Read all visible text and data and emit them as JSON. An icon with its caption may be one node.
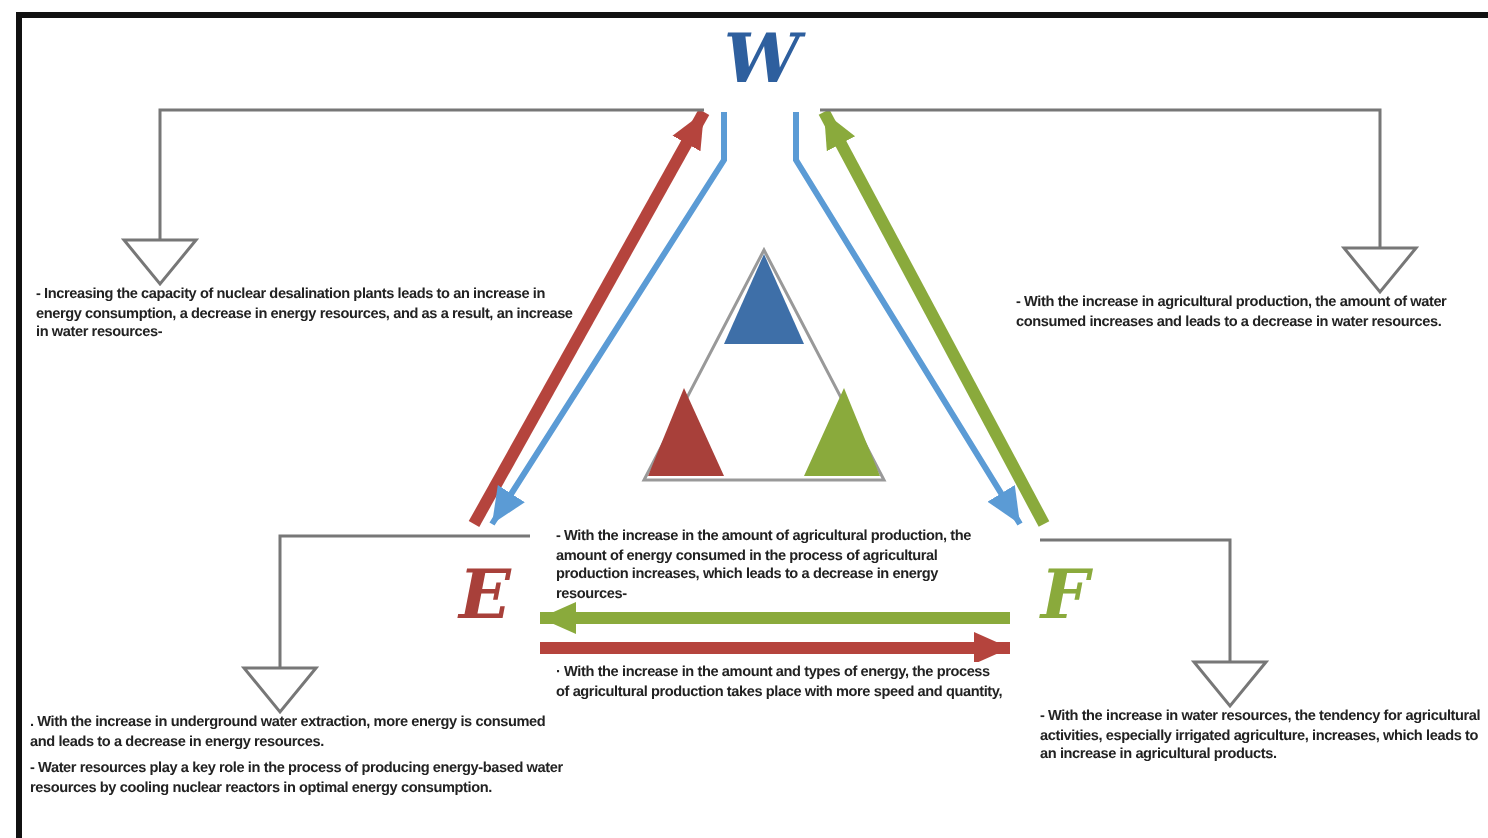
{
  "diagram": {
    "nodes": [
      {
        "text": [
          "W"
        ]
      },
      {
        "text": [
          "- Increasing the capacity of nuclear desalination plants leads to an increase in energy consumption, a decrease in energy resources, and as a result, an increase in water resources-"
        ]
      },
      {
        "text": [
          "- With the increase in agricultural production, the amount of water consumed increases and leads to a decrease in water resources."
        ]
      },
      {
        "text": [
          "E"
        ]
      },
      {
        "text": [
          ". With the increase in underground water extraction, more energy is consumed and leads to a decrease in energy resources.",
          "- Water resources play a key role in the process of producing energy-based water resources by cooling nuclear reactors in optimal energy consumption."
        ]
      },
      {
        "text": [
          "F"
        ]
      },
      {
        "text": [
          "- With the increase in water resources, the tendency for agricultural activities, especially irrigated agriculture, increases, which leads to an increase in agricultural products."
        ]
      }
    ],
    "edges": [
      {
        "from": 3,
        "to": 0,
        "arrow": "to",
        "style": "thick",
        "color": "#b5443d"
      },
      {
        "from": 0,
        "to": 3,
        "arrow": "to",
        "color": "#5b9bd5"
      },
      {
        "from": 0,
        "to": 5,
        "arrow": "to",
        "color": "#5b9bd5"
      },
      {
        "from": 5,
        "to": 0,
        "arrow": "to",
        "style": "thick",
        "color": "#8aaa3c"
      },
      {
        "from": 5,
        "to": 3,
        "arrow": "to",
        "style": "thick",
        "color": "#8aaa3c",
        "label": "- With the increase in the amount of agricultural production, the amount of energy consumed in the process of agricultural production increases, which leads to a decrease in energy resources-"
      },
      {
        "from": 3,
        "to": 5,
        "arrow": "to",
        "style": "thick",
        "color": "#b5443d",
        "label": "· With the increase in the amount and types of energy, the process of agricultural production takes place with more speed and quantity,"
      },
      {
        "from": 0,
        "to": 1,
        "arrow": "to"
      },
      {
        "from": 0,
        "to": 2,
        "arrow": "to"
      },
      {
        "from": 3,
        "to": 4,
        "arrow": "to"
      },
      {
        "from": 5,
        "to": 6,
        "arrow": "to"
      }
    ]
  }
}
